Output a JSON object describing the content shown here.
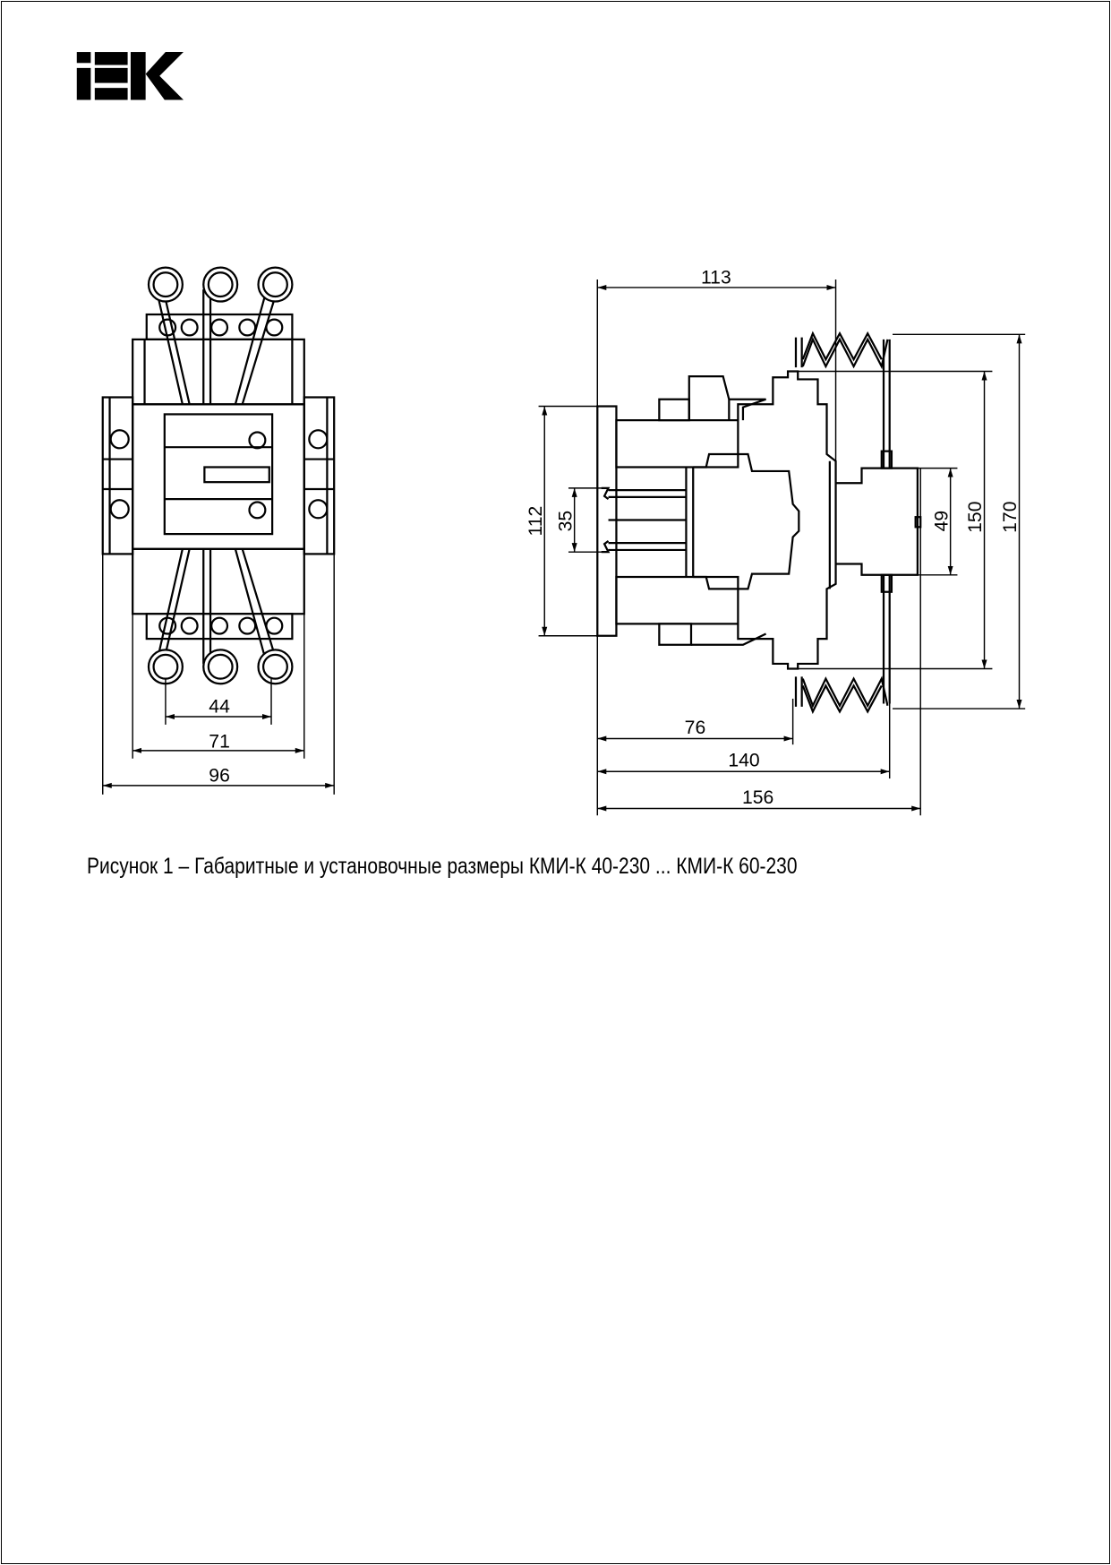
{
  "logo": {
    "text": "IEK"
  },
  "caption": "Рисунок 1 – Габаритные и установочные размеры КМИ-К 40-230 ... КМИ-К 60-230",
  "front_view": {
    "dims": {
      "d44": "44",
      "d71": "71",
      "d96": "96"
    }
  },
  "side_view": {
    "dims": {
      "d113": "113",
      "d112": "112",
      "d35": "35",
      "d49": "49",
      "d150": "150",
      "d170": "170",
      "d76": "76",
      "d140": "140",
      "d156": "156"
    }
  }
}
